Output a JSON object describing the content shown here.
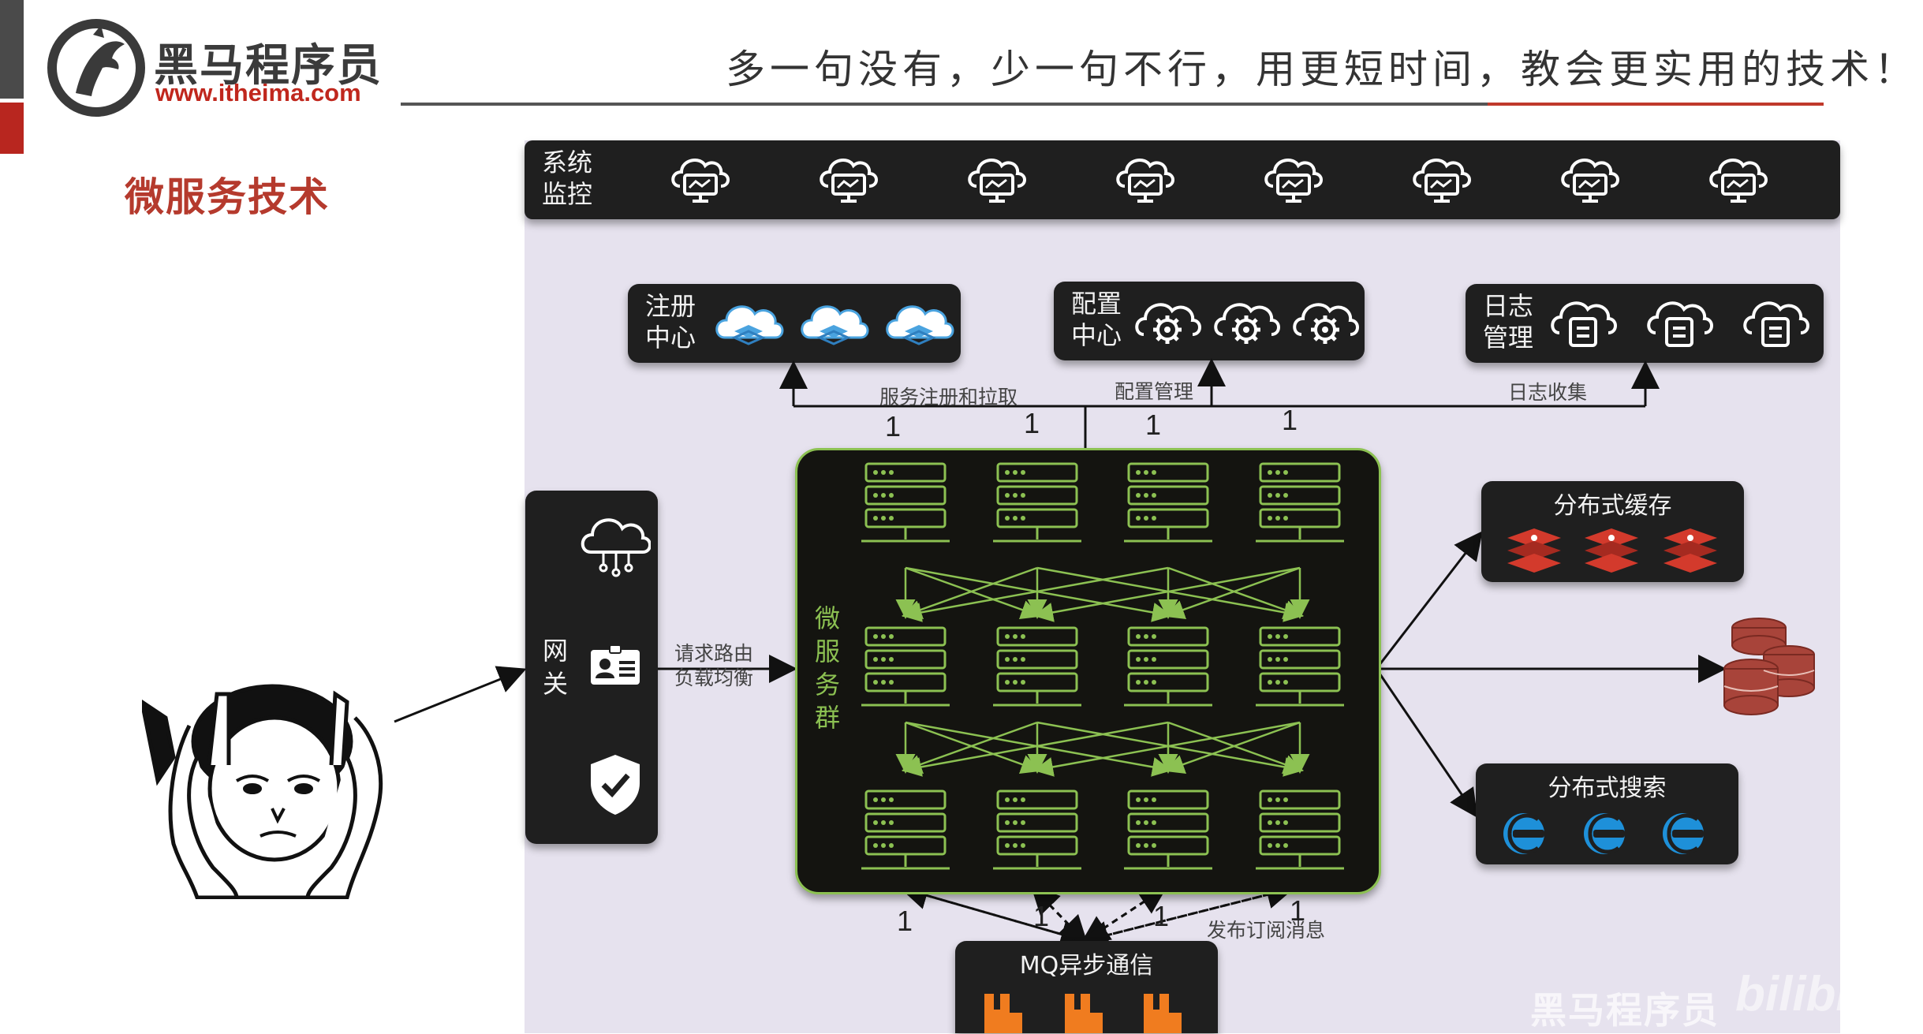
{
  "header": {
    "brand_name": "黑马程序员",
    "brand_url": "www.itheima.com",
    "slogan": "多一句没有，少一句不行，用更短时间，教会更实用的技术！"
  },
  "section_title": "微服务技术",
  "diagram": {
    "monitoring_label": "系统\n监控",
    "registry_label": "注册\n中心",
    "config_label": "配置\n中心",
    "log_label": "日志\n管理",
    "gateway_label": "网\n关",
    "cluster_label": "微\n服\n务\n群",
    "cache_label": "分布式缓存",
    "search_label": "分布式搜索",
    "mq_label": "MQ异步通信",
    "edge_registry": "服务注册和拉取",
    "edge_config": "配置管理",
    "edge_log": "日志收集",
    "edge_gateway": "请求路由\n负载均衡",
    "edge_mq": "发布订阅消息",
    "multiplicity_top": [
      "1",
      "1",
      "1",
      "1"
    ],
    "multiplicity_bottom": [
      "1",
      "1",
      "1",
      "1"
    ]
  },
  "watermark": {
    "text": "黑马程序员",
    "site": "bilibili"
  },
  "colors": {
    "accent_red": "#c0271d",
    "cluster_green": "#8cc152",
    "dark_box": "#1f1f1f",
    "diagram_bg": "#e6e2ee"
  }
}
